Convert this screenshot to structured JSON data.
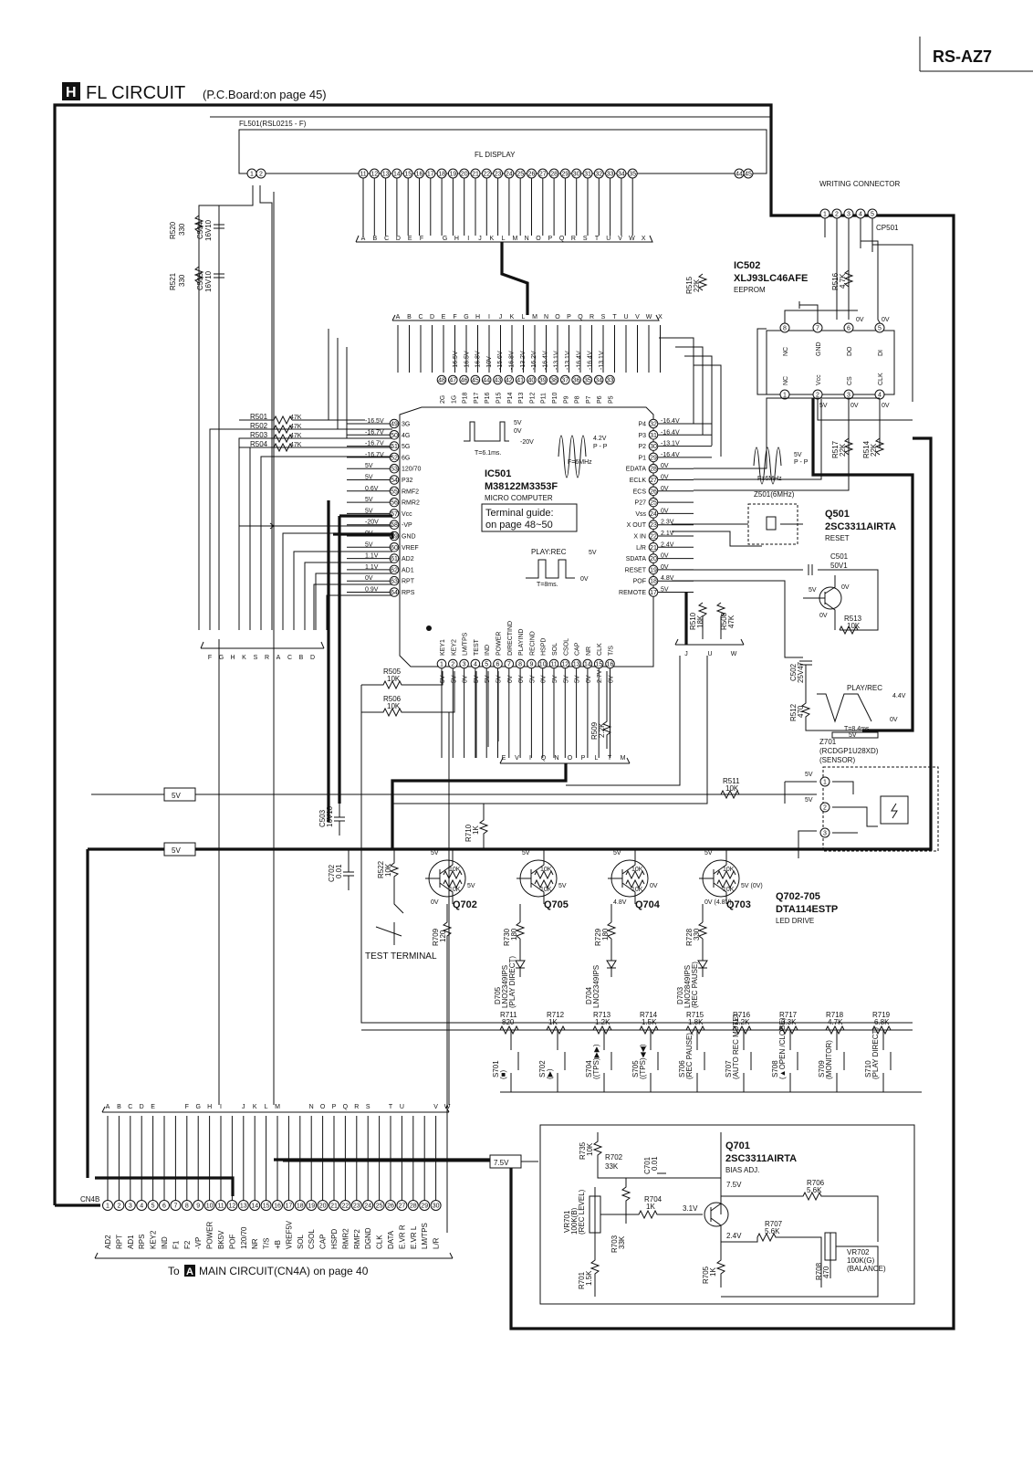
{
  "header": {
    "model": "RS-AZ7",
    "section_letter": "H",
    "title": "FL  CIRCUIT",
    "board_note": "(P.C.Board:on page 45)"
  },
  "fl501": {
    "ref": "FL501(RSL0215 - F)",
    "label": "FL DISPLAY",
    "pins_left": [
      "1",
      "2"
    ],
    "pins_mid": [
      "11",
      "12",
      "13",
      "14",
      "15",
      "16",
      "17",
      "18",
      "19",
      "20",
      "21",
      "22",
      "23",
      "24",
      "25",
      "26",
      "27",
      "28",
      "29",
      "30",
      "31",
      "32",
      "33",
      "34",
      "35"
    ],
    "pins_right": [
      "44",
      "45"
    ],
    "bus_letters": [
      "A",
      "B",
      "C",
      "D",
      "E",
      "F",
      "",
      "G",
      "H",
      "I",
      "J",
      "K",
      "L",
      "M",
      "N",
      "O",
      "P",
      "Q",
      "R",
      "S",
      "T",
      "U",
      "V",
      "W",
      "X"
    ]
  },
  "left_parts": [
    {
      "ref": "R520",
      "value": "330"
    },
    {
      "ref": "C504",
      "value": "16V10"
    },
    {
      "ref": "R521",
      "value": "330"
    },
    {
      "ref": "C505",
      "value": "16V10"
    }
  ],
  "writing_connector": {
    "title": "WRITING CONNECTOR",
    "ref": "CP501",
    "pins": [
      "1",
      "2",
      "3",
      "4",
      "5"
    ]
  },
  "ic502": {
    "ref": "IC502",
    "part": "XLJ93LC46AFE",
    "desc": "EEPROM",
    "top_pins": [
      {
        "num": "8",
        "name": "NC"
      },
      {
        "num": "7",
        "name": "GND"
      },
      {
        "num": "6",
        "name": "DO"
      },
      {
        "num": "5",
        "name": "DI"
      }
    ],
    "bottom_pins": [
      {
        "num": "1",
        "name": "NC"
      },
      {
        "num": "2",
        "name": "Vcc"
      },
      {
        "num": "3",
        "name": "CS"
      },
      {
        "num": "4",
        "name": "CLK"
      }
    ],
    "volt_top": [
      "0V",
      "0V"
    ],
    "volt_bottom": [
      "5V",
      "0V",
      "0V"
    ],
    "resistors": [
      {
        "ref": "R515",
        "value": "22K"
      },
      {
        "ref": "R516",
        "value": "4.7K"
      },
      {
        "ref": "R517",
        "value": "22K"
      },
      {
        "ref": "R514",
        "value": "22K"
      }
    ]
  },
  "ic501": {
    "ref": "IC501",
    "part": "M38122M3353F",
    "desc": "MICRO COMPUTER",
    "guide_line1": "Terminal guide:",
    "guide_line2": "on page 48~50",
    "top_bus": [
      "A",
      "B",
      "C",
      "D",
      "E",
      "F",
      "G",
      "H",
      "I",
      "J",
      "K",
      "L",
      "M",
      "N",
      "O",
      "P",
      "Q",
      "R",
      "S",
      "T",
      "U",
      "V",
      "W",
      "X"
    ],
    "top_volts": [
      "-16.5V",
      "-16.5V",
      "-16.8V",
      "-10V",
      "-15.6V",
      "-16.8V",
      "-13.2V",
      "-16.2V",
      "-16.4V",
      "-13.1V",
      "-13.1V",
      "-16.4V",
      "-16.4V",
      "-13.1V"
    ],
    "top_pins": [
      "48",
      "47",
      "46",
      "45",
      "44",
      "43",
      "42",
      "41",
      "40",
      "39",
      "38",
      "37",
      "36",
      "35",
      "34",
      "33"
    ],
    "top_names": [
      "2G",
      "1G",
      "P18",
      "P17",
      "P16",
      "P15",
      "P14",
      "P13",
      "P12",
      "P11",
      "P10",
      "P9",
      "P8",
      "P7",
      "P6",
      "P5"
    ],
    "left_pins": [
      {
        "num": "49",
        "name": "3G",
        "volt": "-16.5V"
      },
      {
        "num": "50",
        "name": "4G",
        "volt": "-16.7V"
      },
      {
        "num": "51",
        "name": "5G",
        "volt": "-16.7V"
      },
      {
        "num": "52",
        "name": "6G",
        "volt": "-16.7V"
      },
      {
        "num": "53",
        "name": "120/70",
        "volt": "5V"
      },
      {
        "num": "54",
        "name": "P32",
        "volt": "5V"
      },
      {
        "num": "55",
        "name": "RMF2",
        "volt": "0.6V"
      },
      {
        "num": "56",
        "name": "RMR2",
        "volt": "5V"
      },
      {
        "num": "57",
        "name": "Vcc",
        "volt": "5V"
      },
      {
        "num": "58",
        "name": "-VP",
        "volt": "-20V"
      },
      {
        "num": "59",
        "name": "GND",
        "volt": "0V"
      },
      {
        "num": "60",
        "name": "VREF",
        "volt": "5V"
      },
      {
        "num": "61",
        "name": "AD2",
        "volt": "1.1V"
      },
      {
        "num": "62",
        "name": "AD1",
        "volt": "1.1V"
      },
      {
        "num": "63",
        "name": "RPT",
        "volt": "0V"
      },
      {
        "num": "64",
        "name": "RPS",
        "volt": "0.9V"
      }
    ],
    "left_resistors": [
      {
        "ref": "R501",
        "value": "47K"
      },
      {
        "ref": "R502",
        "value": "47K"
      },
      {
        "ref": "R503",
        "value": "47K"
      },
      {
        "ref": "R504",
        "value": "47K"
      }
    ],
    "right_pins": [
      {
        "num": "32",
        "name": "P4",
        "volt": "-16.4V"
      },
      {
        "num": "31",
        "name": "P3",
        "volt": "-16.4V"
      },
      {
        "num": "30",
        "name": "P2",
        "volt": "-13.1V"
      },
      {
        "num": "29",
        "name": "P1",
        "volt": "-16.4V"
      },
      {
        "num": "28",
        "name": "EDATA",
        "volt": "0V"
      },
      {
        "num": "27",
        "name": "ECLK",
        "volt": "0V"
      },
      {
        "num": "26",
        "name": "ECS",
        "volt": "0V"
      },
      {
        "num": "25",
        "name": "P27",
        "volt": ""
      },
      {
        "num": "24",
        "name": "Vss",
        "volt": "0V"
      },
      {
        "num": "23",
        "name": "X OUT",
        "volt": "2.3V"
      },
      {
        "num": "22",
        "name": "X IN",
        "volt": "2.1V"
      },
      {
        "num": "21",
        "name": "L/R",
        "volt": "2.4V"
      },
      {
        "num": "20",
        "name": "SDATA",
        "volt": "0V"
      },
      {
        "num": "19",
        "name": "RESET",
        "volt": "0V"
      },
      {
        "num": "18",
        "name": "POF",
        "volt": "4.8V"
      },
      {
        "num": "17",
        "name": "REMOTE",
        "volt": "5V"
      }
    ],
    "bottom_pins": [
      "1",
      "2",
      "3",
      "4",
      "5",
      "6",
      "7",
      "8",
      "9",
      "10",
      "11",
      "12",
      "13",
      "14",
      "15",
      "16"
    ],
    "bottom_names": [
      "KEY1",
      "KEY2",
      "LM/TPS",
      "TEST",
      "IND",
      "POWER",
      "DIRECTIND",
      "PLAYIND",
      "RECIND",
      "HSPD",
      "SOL",
      "CSOL",
      "CAP",
      "NR",
      "CLK",
      "T/S"
    ],
    "bottom_volts": [
      "5V",
      "5V",
      "0V",
      "5V",
      "5V",
      "5V",
      "0V",
      "0V",
      "5V",
      "0V",
      "5V",
      "5V",
      "5V",
      "0V",
      "2.7V",
      "0V"
    ],
    "wave1": {
      "levels": [
        "5V",
        "0V",
        "-20V"
      ],
      "period": "T=6.1ms."
    },
    "wave2": {
      "amp": "4.2V",
      "unit": "P - P",
      "freq": "F=6MHz"
    },
    "wave3": {
      "label": "PLAY:REC",
      "high": "5V",
      "low": "0V",
      "period": "T=8ms."
    }
  },
  "left_bus": [
    "F",
    "G",
    "H",
    "K",
    "S",
    "R",
    "A",
    "C",
    "B",
    "D"
  ],
  "mid_parts": [
    {
      "ref": "R505",
      "value": "10K"
    },
    {
      "ref": "R506",
      "value": "10K"
    },
    {
      "ref": "R509",
      "value": "2.2K"
    }
  ],
  "bus_evi": [
    "E",
    "V",
    "I",
    "Q",
    "N",
    "O",
    "P",
    "L",
    "T",
    "M"
  ],
  "bus_juw": [
    "J",
    "U",
    "W"
  ],
  "right_parts": {
    "r510": {
      "ref": "R510",
      "value": "18K"
    },
    "r508": {
      "ref": "R508",
      "value": "47K"
    },
    "z501": "Z501(6MHz)",
    "wave_amp": "5V",
    "wave_unit": "P - P",
    "wave_freq": "F=6MHz",
    "q501": {
      "ref": "Q501",
      "part": "2SC3311AIRTA",
      "desc": "RESET"
    },
    "c501": {
      "ref": "C501",
      "value": "50V1"
    },
    "q501_volts": [
      "5V",
      "0V",
      "0V"
    ],
    "r513": {
      "ref": "R513",
      "value": "10K"
    },
    "c502": {
      "ref": "C502",
      "value": "25V47"
    },
    "r512": {
      "ref": "R512",
      "value": "470"
    },
    "wave_play": {
      "label": "PLAY/REC",
      "amp": "4.4V",
      "low": "0V",
      "period": "T=8.4ms."
    },
    "rail_5v": "5V"
  },
  "sensor": {
    "ref": "Z701",
    "part": "(RCDGP1U28XD)",
    "desc": "(SENSOR)",
    "pins": [
      "1",
      "2",
      "3"
    ],
    "volts": [
      "5V",
      "5V"
    ],
    "r511": {
      "ref": "R511",
      "value": "10K"
    }
  },
  "rails": [
    "5V",
    "5V",
    "7.5V"
  ],
  "c503": {
    "ref": "C503",
    "value": "16V10"
  },
  "c702": {
    "ref": "C702",
    "value": "0.01"
  },
  "r522": {
    "ref": "R522",
    "value": "10K"
  },
  "r710": {
    "ref": "R710",
    "value": "1K"
  },
  "r709": {
    "ref": "R709",
    "value": "120"
  },
  "test_terminal": "TEST TERMINAL",
  "transistors": [
    {
      "ref": "Q702",
      "r1": "10K",
      "r2": "10K",
      "top": "5V",
      "bot": "0V",
      "side": "5V"
    },
    {
      "ref": "Q705",
      "r1": "10K",
      "r2": "10K",
      "top": "5V",
      "bot": "",
      "side": "5V"
    },
    {
      "ref": "Q704",
      "r1": "10K",
      "r2": "10K",
      "top": "5V",
      "bot": "4.8V",
      "side": "0V"
    },
    {
      "ref": "Q703",
      "r1": "10K",
      "r2": "10K",
      "top": "5V",
      "bot": "0V (4.8V)",
      "side": "5V (0V)"
    }
  ],
  "q_group": {
    "ref": "Q702-705",
    "part": "DTA114ESTP",
    "desc": "LED DRIVE"
  },
  "leds": [
    {
      "r": "R730",
      "rv": "180",
      "ref": "D705",
      "part": "LNO2349IPS",
      "desc": "(PLAY DIRECT)"
    },
    {
      "r": "R729",
      "rv": "180",
      "ref": "D704",
      "part": "LNO2349IPS",
      "desc": ""
    },
    {
      "r": "R728",
      "rv": "330",
      "ref": "D703",
      "part": "LNO2849IPS",
      "desc": "(REC PAUSE)"
    }
  ],
  "ladder": [
    {
      "ref": "R711",
      "value": "820"
    },
    {
      "ref": "R712",
      "value": "1K"
    },
    {
      "ref": "R713",
      "value": "1.2K"
    },
    {
      "ref": "R714",
      "value": "1.5K"
    },
    {
      "ref": "R715",
      "value": "1.8K"
    },
    {
      "ref": "R716",
      "value": "2.2K"
    },
    {
      "ref": "R717",
      "value": "3.3K"
    },
    {
      "ref": "R718",
      "value": "4.7K"
    },
    {
      "ref": "R719",
      "value": "6.8K"
    }
  ],
  "switches": [
    {
      "ref": "S701",
      "desc": "(■)"
    },
    {
      "ref": "S702",
      "desc": "(▶)"
    },
    {
      "ref": "S704",
      "desc": "((TPS)▶▶)"
    },
    {
      "ref": "S705",
      "desc": "((TPS)◀◀)"
    },
    {
      "ref": "S706",
      "desc": "(REC PAUSE)"
    },
    {
      "ref": "S707",
      "desc": "(AUTO REC MUTE)"
    },
    {
      "ref": "S708",
      "desc": "(▲OPEN /CLOSE)"
    },
    {
      "ref": "S709",
      "desc": "(MONITOR)"
    },
    {
      "ref": "S710",
      "desc": "(PLAY DIRECT)"
    }
  ],
  "cn4b": {
    "ref": "CN4B",
    "top_letters": [
      "A",
      "B",
      "C",
      "D",
      "E",
      "",
      "",
      "F",
      "G",
      "H",
      "I",
      "",
      "J",
      "K",
      "L",
      "M",
      "",
      "",
      "N",
      "O",
      "P",
      "Q",
      "R",
      "S",
      "",
      "T",
      "U",
      "",
      "",
      "V",
      "W"
    ],
    "pins": [
      "1",
      "2",
      "3",
      "4",
      "5",
      "6",
      "7",
      "8",
      "9",
      "10",
      "11",
      "12",
      "13",
      "14",
      "15",
      "16",
      "17",
      "18",
      "19",
      "20",
      "21",
      "22",
      "23",
      "24",
      "25",
      "26",
      "27",
      "28",
      "29",
      "30"
    ],
    "names": [
      "AD2",
      "RPT",
      "AD1",
      "RPS",
      "KEY2",
      "IND",
      "F1",
      "F2",
      "-VP",
      "POWER",
      "BK5V",
      "POF",
      "120/70",
      "NR",
      "T/S",
      "+B",
      "VREF5V",
      "SOL",
      "CSOL",
      "CAP",
      "HSPD",
      "RMR2",
      "RMF2",
      "DGND",
      "CLK",
      "DATA",
      "E.VR R",
      "E.VR L",
      "LM/TPS",
      "L/R"
    ],
    "to_prefix": "To",
    "to_letter": "A",
    "to_text": "MAIN CIRCUIT(CN4A) on page 40"
  },
  "bias": {
    "q701": {
      "ref": "Q701",
      "part": "2SC3311AIRTA",
      "desc": "BIAS ADJ."
    },
    "r735": {
      "ref": "R735",
      "value": "10K"
    },
    "r702": {
      "ref": "R702",
      "value": "33K"
    },
    "c701": {
      "ref": "C701",
      "value": "0.01"
    },
    "vr701": {
      "ref": "VR701",
      "value": "100K(B)",
      "desc": "(REC LEVEL)"
    },
    "r704": {
      "ref": "R704",
      "value": "1K"
    },
    "r703": {
      "ref": "R703",
      "value": "33K"
    },
    "r701": {
      "ref": "R701",
      "value": "1.5K"
    },
    "r705": {
      "ref": "R705",
      "value": "1K"
    },
    "r706": {
      "ref": "R706",
      "value": "5.6K"
    },
    "r707": {
      "ref": "R707",
      "value": "5.6K"
    },
    "r708": {
      "ref": "R708",
      "value": "470"
    },
    "vr702": {
      "ref": "VR702",
      "value": "100K(G)",
      "desc": "(BALANCE)"
    },
    "volts": [
      "3.1V",
      "7.5V",
      "2.4V"
    ]
  }
}
